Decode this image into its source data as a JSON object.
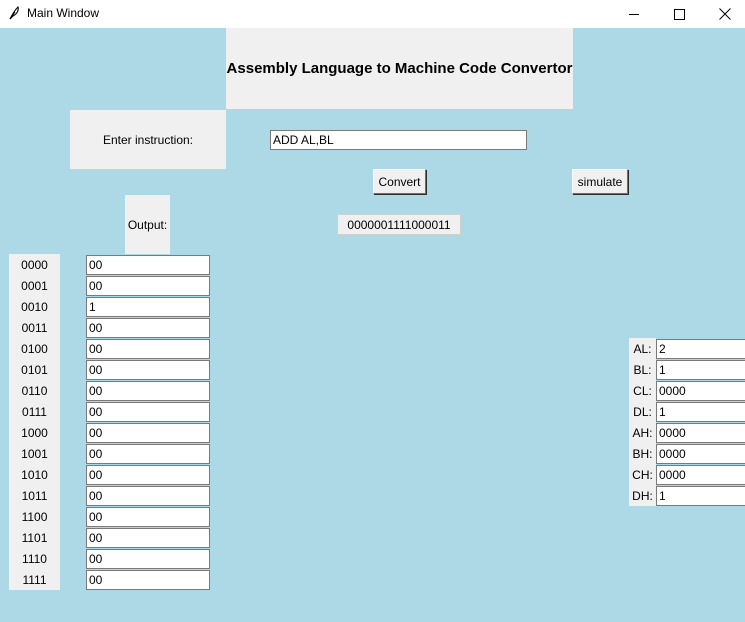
{
  "window": {
    "title": "Main Window"
  },
  "heading": "Assembly Language to Machine Code Convertor",
  "instruction": {
    "label": "Enter instruction:",
    "value": "ADD AL,BL"
  },
  "buttons": {
    "convert": "Convert",
    "simulate": "simulate"
  },
  "output": {
    "label": "Output:",
    "value": "0000001111000011"
  },
  "memory": [
    {
      "address": "0000",
      "value": "00"
    },
    {
      "address": "0001",
      "value": "00"
    },
    {
      "address": "0010",
      "value": "1"
    },
    {
      "address": "0011",
      "value": "00"
    },
    {
      "address": "0100",
      "value": "00"
    },
    {
      "address": "0101",
      "value": "00"
    },
    {
      "address": "0110",
      "value": "00"
    },
    {
      "address": "0111",
      "value": "00"
    },
    {
      "address": "1000",
      "value": "00"
    },
    {
      "address": "1001",
      "value": "00"
    },
    {
      "address": "1010",
      "value": "00"
    },
    {
      "address": "1011",
      "value": "00"
    },
    {
      "address": "1100",
      "value": "00"
    },
    {
      "address": "1101",
      "value": "00"
    },
    {
      "address": "1110",
      "value": "00"
    },
    {
      "address": "1111",
      "value": "00"
    }
  ],
  "registers": [
    {
      "name": "AL:",
      "value": "2"
    },
    {
      "name": "BL:",
      "value": "1"
    },
    {
      "name": "CL:",
      "value": "0000"
    },
    {
      "name": "DL:",
      "value": "1"
    },
    {
      "name": "AH:",
      "value": "0000"
    },
    {
      "name": "BH:",
      "value": "0000"
    },
    {
      "name": "CH:",
      "value": "0000"
    },
    {
      "name": "DH:",
      "value": "1"
    }
  ],
  "colors": {
    "background": "#add8e6",
    "panel": "#f0f0f0"
  }
}
